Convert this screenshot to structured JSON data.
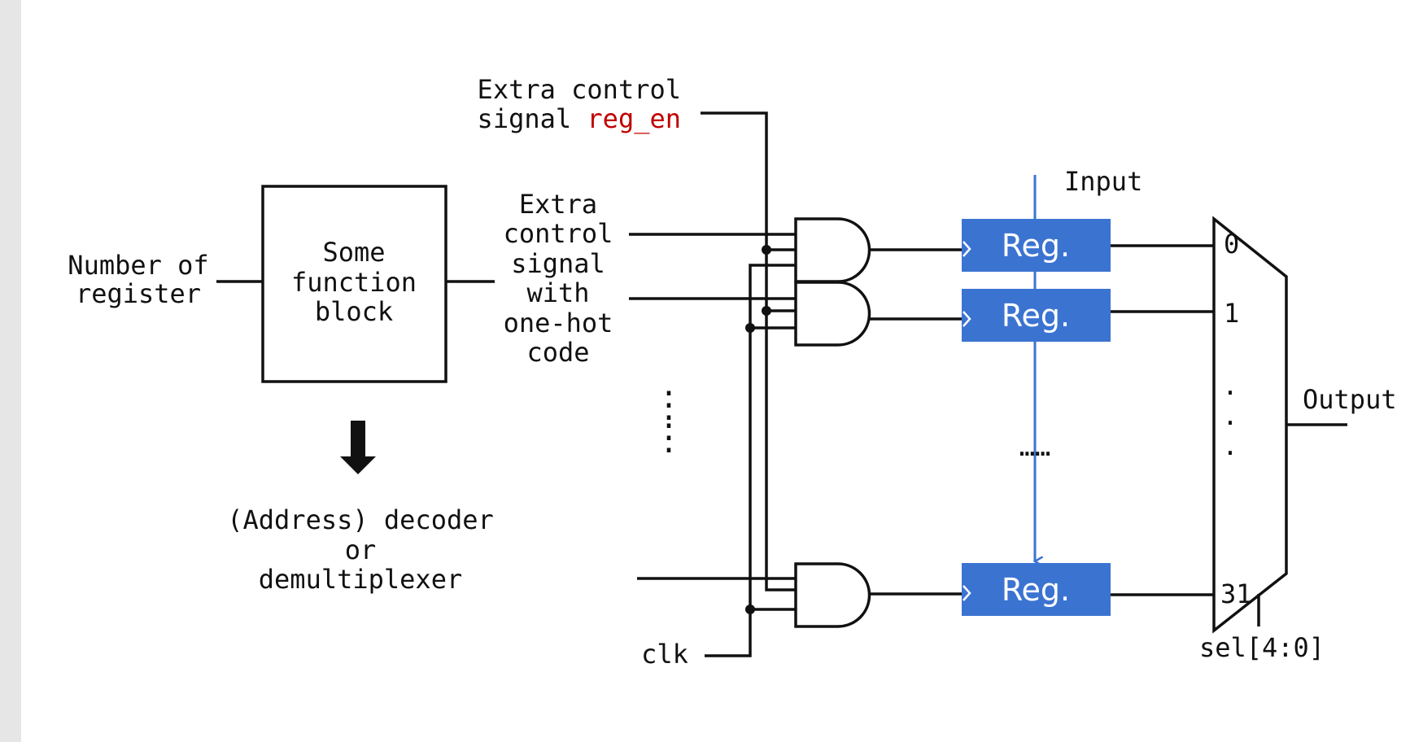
{
  "labels": {
    "number_of_register": [
      "Number of",
      "register"
    ],
    "function_block": [
      "Some",
      "function",
      "block"
    ],
    "decoder": [
      "(Address) decoder",
      "or",
      "demultiplexer"
    ],
    "extra_control_signal": [
      "Extra control",
      "signal "
    ],
    "reg_en": "reg_en",
    "one_hot": [
      "Extra",
      "control",
      "signal",
      "with",
      "one-hot",
      "code"
    ],
    "clk": "clk",
    "input": "Input",
    "output": "Output",
    "sel": "sel[4:0]",
    "vertical_ellipsis": "⋮",
    "horizontal_ellipsis": "……"
  },
  "registers": [
    "Reg.",
    "Reg.",
    "Reg."
  ],
  "mux_inputs": [
    "0",
    "1",
    "31"
  ],
  "mux_dots": ".",
  "colors": {
    "reg_fill": "#3b73d1",
    "input_wire": "#3b73d1",
    "reg_en_text": "#c00000",
    "wire": "#111111"
  }
}
